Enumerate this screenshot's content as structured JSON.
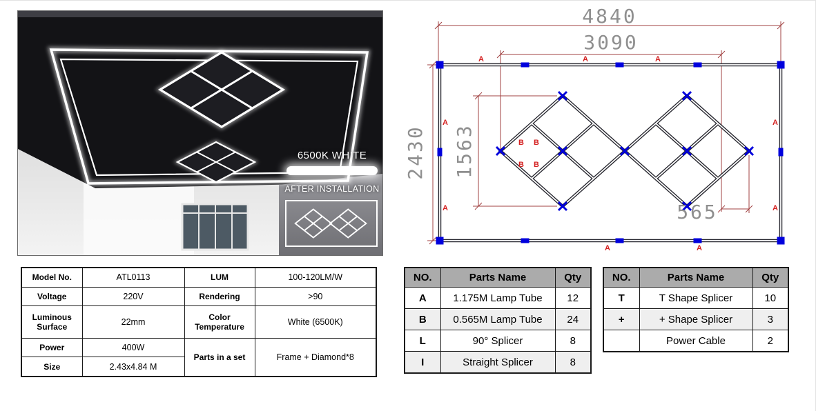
{
  "photo": {
    "color_temp_label": "6500K WHITE",
    "after_installation_label": "AFTER INSTALLATION"
  },
  "spec": {
    "rows": [
      [
        "Model No.",
        "ATL0113",
        "LUM",
        "100-120LM/W"
      ],
      [
        "Voltage",
        "220V",
        "Rendering",
        ">90"
      ],
      [
        "Luminous Surface",
        "22mm",
        "Color Temperature",
        "White (6500K)"
      ],
      [
        "Power",
        "400W",
        "Parts in a set",
        "Frame + Diamond*8"
      ],
      [
        "Size",
        "2.43x4.84 M"
      ]
    ]
  },
  "diagram": {
    "dims": {
      "total_width": "4840",
      "inner_width": "3090",
      "total_height": "2430",
      "cluster_height": "1563",
      "diamond_side": "565"
    },
    "marker_a": "A",
    "marker_b": "B",
    "colors": {
      "connector_blue": "#0000dd",
      "label_red": "#d42222",
      "dimension_line": "#a04040",
      "dimension_text": "#8f8f8f"
    }
  },
  "parts_table_1": {
    "headers": [
      "NO.",
      "Parts Name",
      "Qty"
    ],
    "rows": [
      [
        "A",
        "1.175M Lamp Tube",
        "12"
      ],
      [
        "B",
        "0.565M Lamp Tube",
        "24"
      ],
      [
        "L",
        "90° Splicer",
        "8"
      ],
      [
        "I",
        "Straight Splicer",
        "8"
      ]
    ]
  },
  "parts_table_2": {
    "headers": [
      "NO.",
      "Parts Name",
      "Qty"
    ],
    "rows": [
      [
        "T",
        "T Shape Splicer",
        "10"
      ],
      [
        "+",
        "+ Shape Splicer",
        "3"
      ],
      [
        "",
        "Power Cable",
        "2"
      ]
    ]
  }
}
